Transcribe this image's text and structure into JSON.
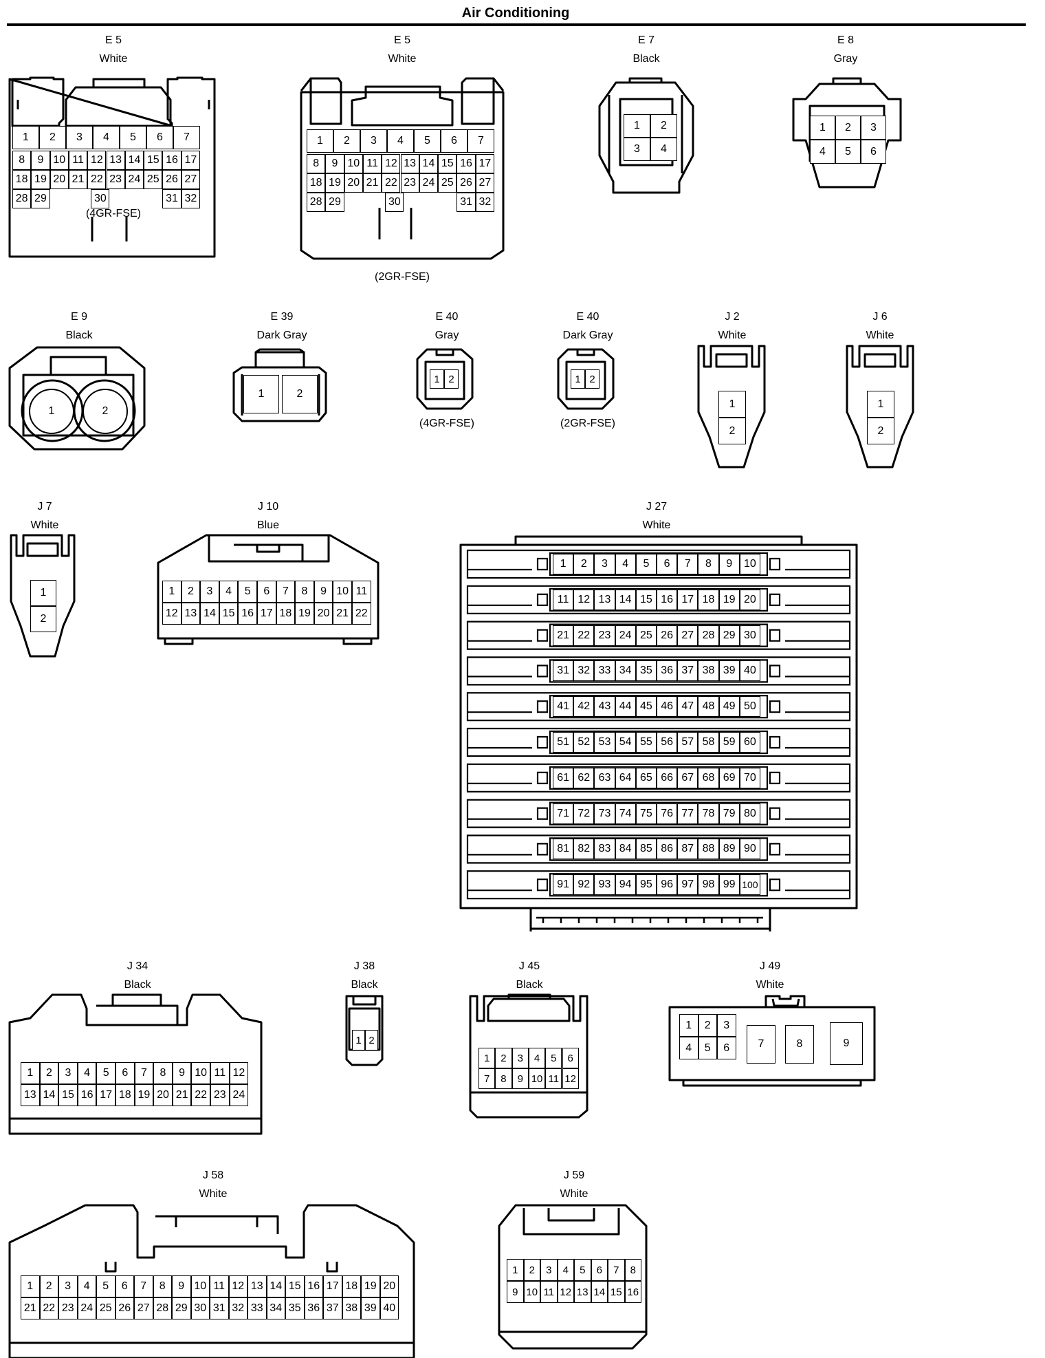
{
  "title": "Air Conditioning",
  "connectors": [
    {
      "code": "E 5",
      "color": "White",
      "variant": "(4GR-FSE)",
      "pins": [
        "1",
        "2",
        "3",
        "4",
        "5",
        "6",
        "7",
        "8",
        "9",
        "10",
        "11",
        "12",
        "13",
        "14",
        "15",
        "16",
        "17",
        "18",
        "19",
        "20",
        "21",
        "22",
        "23",
        "24",
        "25",
        "26",
        "27",
        "28",
        "29",
        "30",
        "31",
        "32"
      ]
    },
    {
      "code": "E 5",
      "color": "White",
      "variant": "(2GR-FSE)",
      "pins": [
        "1",
        "2",
        "3",
        "4",
        "5",
        "6",
        "7",
        "8",
        "9",
        "10",
        "11",
        "12",
        "13",
        "14",
        "15",
        "16",
        "17",
        "18",
        "19",
        "20",
        "21",
        "22",
        "23",
        "24",
        "25",
        "26",
        "27",
        "28",
        "29",
        "30",
        "31",
        "32"
      ]
    },
    {
      "code": "E 7",
      "color": "Black",
      "pins": [
        "1",
        "2",
        "3",
        "4"
      ]
    },
    {
      "code": "E 8",
      "color": "Gray",
      "pins": [
        "1",
        "2",
        "3",
        "4",
        "5",
        "6"
      ]
    },
    {
      "code": "E 9",
      "color": "Black",
      "pins": [
        "1",
        "2"
      ]
    },
    {
      "code": "E 39",
      "color": "Dark Gray",
      "pins": [
        "1",
        "2"
      ]
    },
    {
      "code": "E 40",
      "color": "Gray",
      "variant": "(4GR-FSE)",
      "pins": [
        "1",
        "2"
      ]
    },
    {
      "code": "E 40",
      "color": "Dark Gray",
      "variant": "(2GR-FSE)",
      "pins": [
        "1",
        "2"
      ]
    },
    {
      "code": "J 2",
      "color": "White",
      "pins": [
        "1",
        "2"
      ]
    },
    {
      "code": "J 6",
      "color": "White",
      "pins": [
        "1",
        "2"
      ]
    },
    {
      "code": "J 7",
      "color": "White",
      "pins": [
        "1",
        "2"
      ]
    },
    {
      "code": "J 10",
      "color": "Blue",
      "pins": [
        "1",
        "2",
        "3",
        "4",
        "5",
        "6",
        "7",
        "8",
        "9",
        "10",
        "11",
        "12",
        "13",
        "14",
        "15",
        "16",
        "17",
        "18",
        "19",
        "20",
        "21",
        "22"
      ]
    },
    {
      "code": "J 27",
      "color": "White",
      "pins": [
        "1",
        "2",
        "3",
        "4",
        "5",
        "6",
        "7",
        "8",
        "9",
        "10",
        "11",
        "12",
        "13",
        "14",
        "15",
        "16",
        "17",
        "18",
        "19",
        "20",
        "21",
        "22",
        "23",
        "24",
        "25",
        "26",
        "27",
        "28",
        "29",
        "30",
        "31",
        "32",
        "33",
        "34",
        "35",
        "36",
        "37",
        "38",
        "39",
        "40",
        "41",
        "42",
        "43",
        "44",
        "45",
        "46",
        "47",
        "48",
        "49",
        "50",
        "51",
        "52",
        "53",
        "54",
        "55",
        "56",
        "57",
        "58",
        "59",
        "60",
        "61",
        "62",
        "63",
        "64",
        "65",
        "66",
        "67",
        "68",
        "69",
        "70",
        "71",
        "72",
        "73",
        "74",
        "75",
        "76",
        "77",
        "78",
        "79",
        "80",
        "81",
        "82",
        "83",
        "84",
        "85",
        "86",
        "87",
        "88",
        "89",
        "90",
        "91",
        "92",
        "93",
        "94",
        "95",
        "96",
        "97",
        "98",
        "99",
        "100"
      ]
    },
    {
      "code": "J 34",
      "color": "Black",
      "pins": [
        "1",
        "2",
        "3",
        "4",
        "5",
        "6",
        "7",
        "8",
        "9",
        "10",
        "11",
        "12",
        "13",
        "14",
        "15",
        "16",
        "17",
        "18",
        "19",
        "20",
        "21",
        "22",
        "23",
        "24"
      ]
    },
    {
      "code": "J 38",
      "color": "Black",
      "pins": [
        "1",
        "2"
      ]
    },
    {
      "code": "J 45",
      "color": "Black",
      "pins": [
        "1",
        "2",
        "3",
        "4",
        "5",
        "6",
        "7",
        "8",
        "9",
        "10",
        "11",
        "12"
      ]
    },
    {
      "code": "J 49",
      "color": "White",
      "pins": [
        "1",
        "2",
        "3",
        "4",
        "5",
        "6",
        "7",
        "8",
        "9"
      ]
    },
    {
      "code": "J 58",
      "color": "White",
      "pins": [
        "1",
        "2",
        "3",
        "4",
        "5",
        "6",
        "7",
        "8",
        "9",
        "10",
        "11",
        "12",
        "13",
        "14",
        "15",
        "16",
        "17",
        "18",
        "19",
        "20",
        "21",
        "22",
        "23",
        "24",
        "25",
        "26",
        "27",
        "28",
        "29",
        "30",
        "31",
        "32",
        "33",
        "34",
        "35",
        "36",
        "37",
        "38",
        "39",
        "40"
      ]
    },
    {
      "code": "J 59",
      "color": "White",
      "pins": [
        "1",
        "2",
        "3",
        "4",
        "5",
        "6",
        "7",
        "8",
        "9",
        "10",
        "11",
        "12",
        "13",
        "14",
        "15",
        "16"
      ]
    }
  ]
}
